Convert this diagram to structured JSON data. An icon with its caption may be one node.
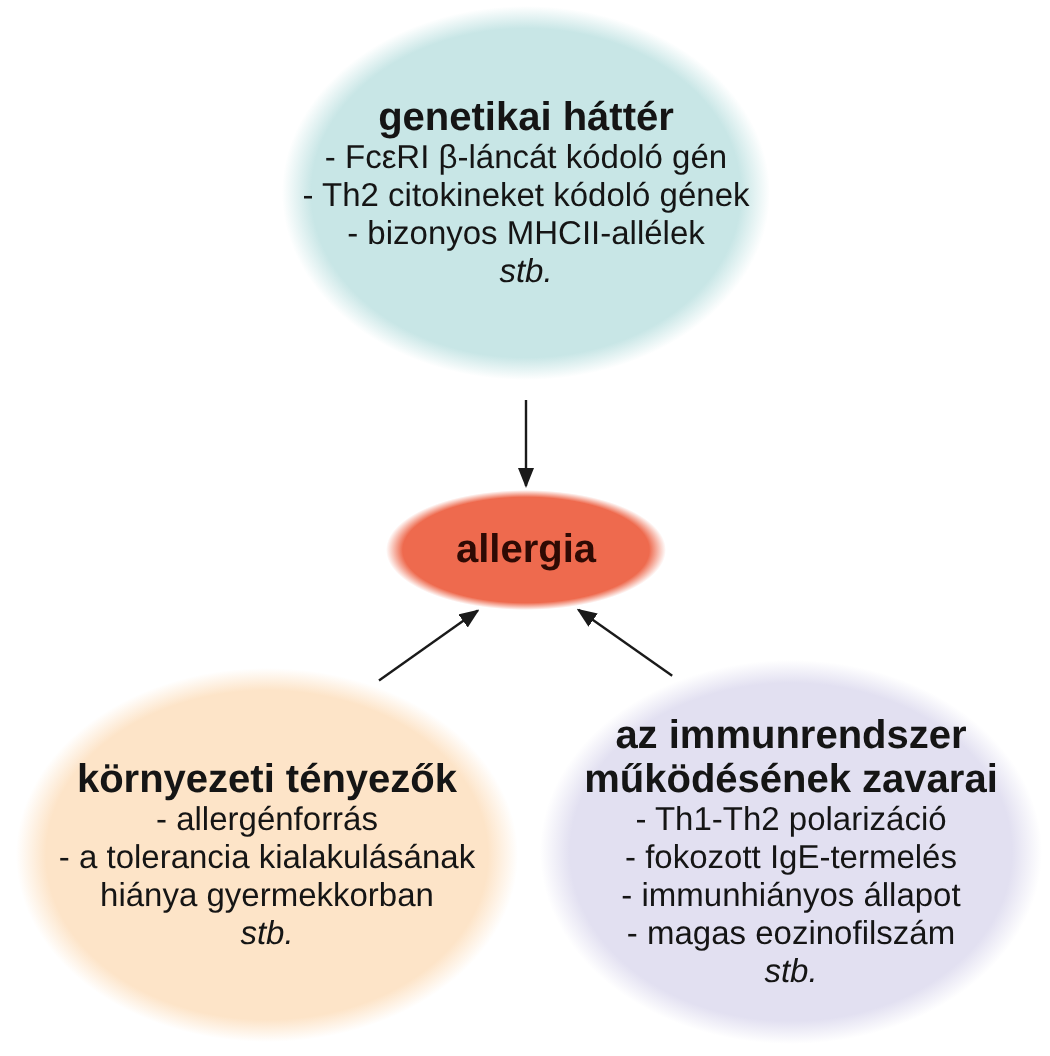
{
  "diagram": {
    "nodes": [
      {
        "text": [
          "genetikai háttér",
          "- FcεRI β-láncát kódoló gén",
          "- Th2 citokineket kódoló gének",
          "- bizonyos MHCII-allélek",
          "stb."
        ]
      },
      {
        "text": [
          "allergia"
        ]
      },
      {
        "text": [
          "környezeti tényezők",
          "- allergénforrás",
          "- a tolerancia kialakulásának hiánya gyermekkorban",
          "stb."
        ]
      },
      {
        "text": [
          "az immunrendszer működésének zavarai",
          "- Th1-Th2 polarizáció",
          "- fokozott IgE-termelés",
          "- immunhiányos állapot",
          "- magas eozinofilszám",
          "stb."
        ]
      }
    ],
    "edges": [
      {
        "from": 0,
        "to": 1,
        "arrow": "to"
      },
      {
        "from": 2,
        "to": 1,
        "arrow": "to"
      },
      {
        "from": 3,
        "to": 1,
        "arrow": "to"
      }
    ]
  }
}
